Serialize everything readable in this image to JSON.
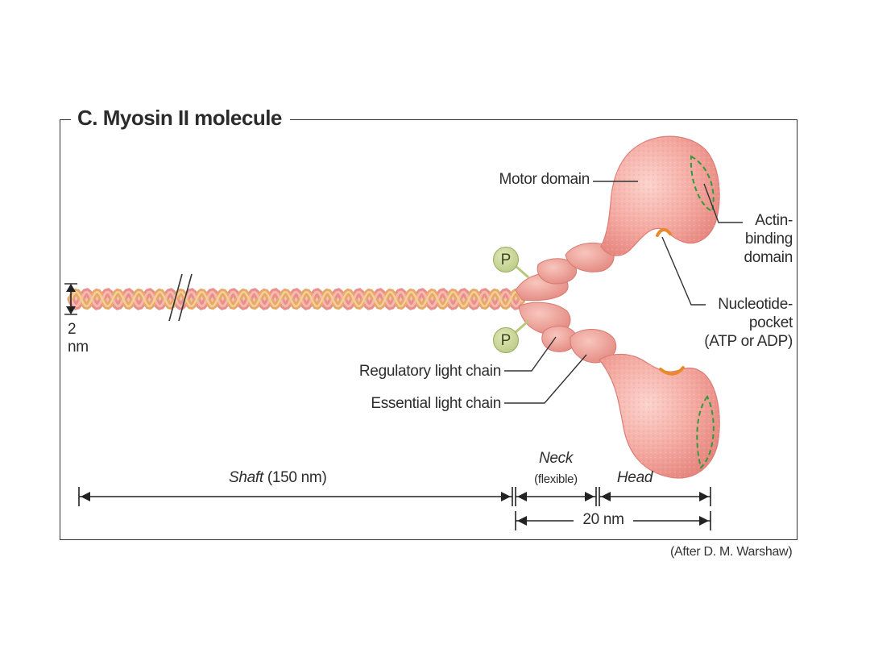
{
  "title": "C. Myosin II molecule",
  "labels": {
    "motor_domain": "Motor domain",
    "actin_binding_1": "Actin-",
    "actin_binding_2": "binding",
    "actin_binding_3": "domain",
    "nucleotide_1": "Nucleotide-",
    "nucleotide_2": "pocket",
    "nucleotide_3": "(ATP or ADP)",
    "regulatory_light_chain": "Regulatory light chain",
    "essential_light_chain": "Essential light chain",
    "phosphate": "P",
    "diameter_value": "2",
    "diameter_unit": "nm"
  },
  "dimensions": {
    "shaft_word": "Shaft",
    "shaft_length": "(150 nm)",
    "neck": "Neck",
    "neck_note": "(flexible)",
    "head": "Head",
    "head_neck_span": "20 nm"
  },
  "credit": "(After D. M. Warshaw)",
  "colors": {
    "coil_pink": "#e8908a",
    "coil_orange": "#e7a868",
    "head_pink": "#f2a7a0",
    "actin_dash": "#2f9a3c",
    "nucleotide_orange": "#e88a2a",
    "phosphate_green": "#c4d48e"
  }
}
